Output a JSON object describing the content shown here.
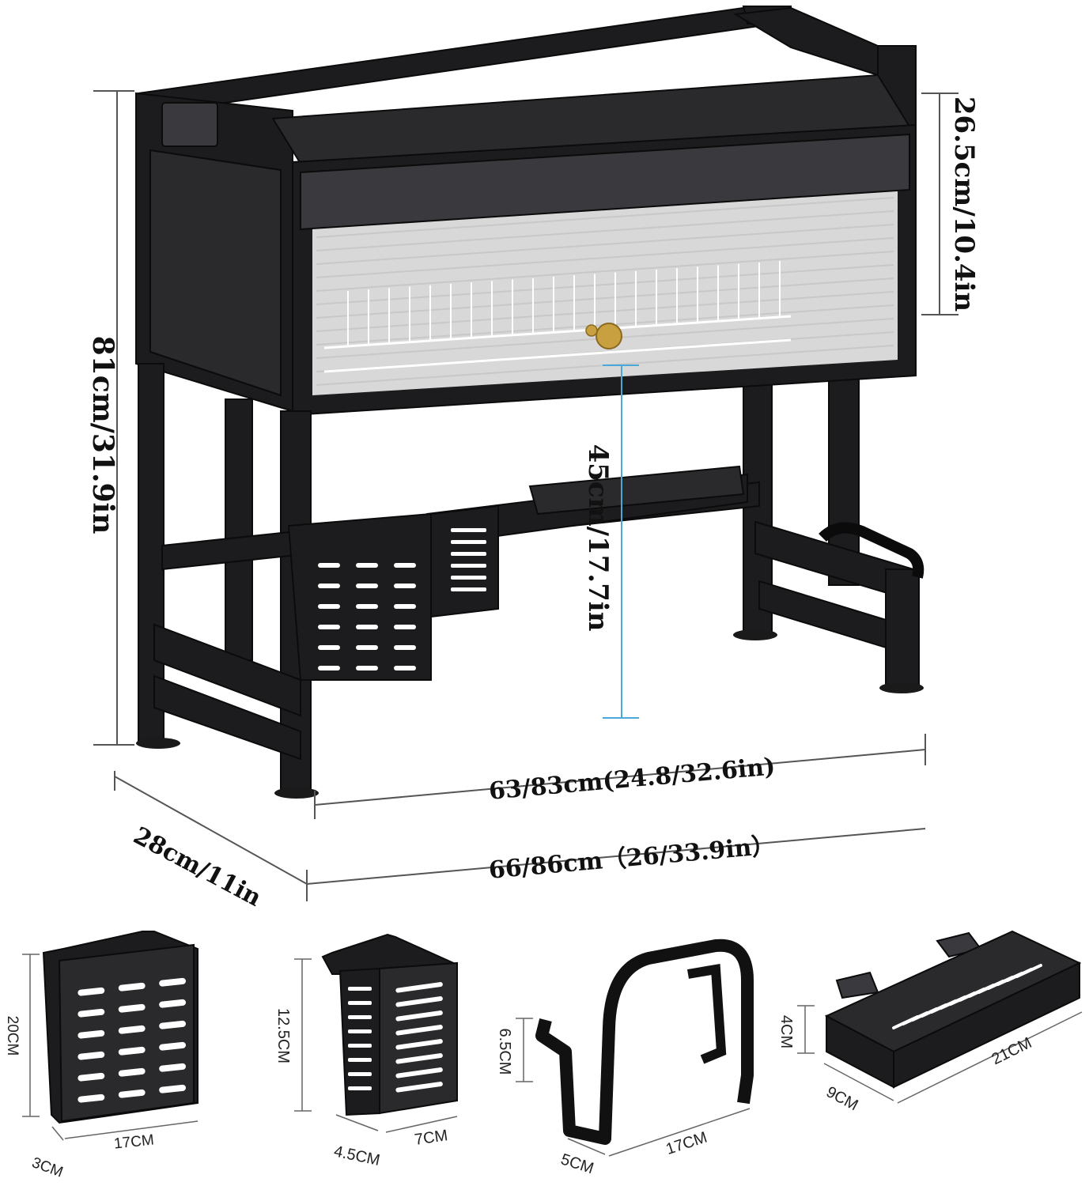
{
  "dimensions": {
    "total_height": "81cm/31.9in",
    "cabinet_height": "26.5cm/10.4in",
    "clearance_height": "45cm/17.7in",
    "inner_width": "63/83cm(24.8/32.6in)",
    "outer_width": "66/86cm（26/33.9in）",
    "depth": "28cm/11in"
  },
  "accessories": [
    {
      "name": "knife-holder",
      "height": "20CM",
      "width": "17CM",
      "depth": "3CM"
    },
    {
      "name": "utensil-holder",
      "height": "12.5CM",
      "width": "7CM",
      "depth": "4.5CM"
    },
    {
      "name": "cutting-board-hanger",
      "height": "6.5CM",
      "width": "17CM",
      "depth": "5CM"
    },
    {
      "name": "sponge-basket",
      "height": "4CM",
      "width": "21CM",
      "depth": "9CM"
    }
  ],
  "colors": {
    "frame": "#1c1c1e",
    "dimension_line": "#555555",
    "clearance_line": "#4aa8d8",
    "glass": "#d8d8d8",
    "knob": "#c8a040"
  }
}
